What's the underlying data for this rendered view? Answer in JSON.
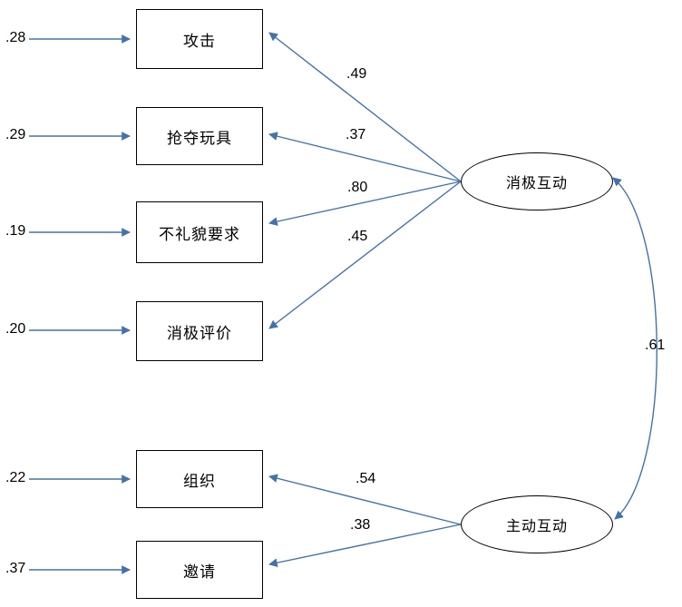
{
  "diagram": {
    "type": "sem-path-diagram",
    "line_color": "#4472a8",
    "node_border_color": "#000000",
    "indicators": [
      {
        "id": "ind1",
        "label": "攻击",
        "error": ".28"
      },
      {
        "id": "ind2",
        "label": "抢夺玩具",
        "error": ".29"
      },
      {
        "id": "ind3",
        "label": "不礼貌要求",
        "error": ".19"
      },
      {
        "id": "ind4",
        "label": "消极评价",
        "error": ".20"
      },
      {
        "id": "ind5",
        "label": "组织",
        "error": ".22"
      },
      {
        "id": "ind6",
        "label": "邀请",
        "error": ".37"
      }
    ],
    "factors": [
      {
        "id": "f1",
        "label": "消极互动"
      },
      {
        "id": "f2",
        "label": "主动互动"
      }
    ],
    "loadings": [
      {
        "from": "f1",
        "to": "ind1",
        "value": ".49"
      },
      {
        "from": "f1",
        "to": "ind2",
        "value": ".37"
      },
      {
        "from": "f1",
        "to": "ind3",
        "value": ".80"
      },
      {
        "from": "f1",
        "to": "ind4",
        "value": ".45"
      },
      {
        "from": "f2",
        "to": "ind5",
        "value": ".54"
      },
      {
        "from": "f2",
        "to": "ind6",
        "value": ".38"
      }
    ],
    "covariance": {
      "between": [
        "f1",
        "f2"
      ],
      "value": ".61"
    }
  }
}
